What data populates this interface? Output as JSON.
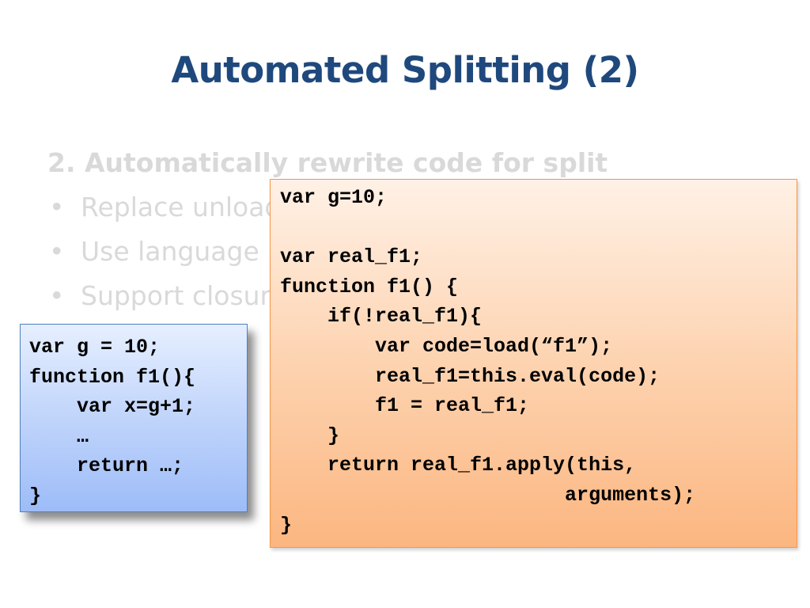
{
  "slide": {
    "title": "Automated Splitting (2)",
    "bullets": {
      "heading": "2. Automatically rewrite code for split",
      "items": [
        {
          "bullet": "•",
          "text": "Replace unload"
        },
        {
          "bullet": "•",
          "text": "Use language"
        },
        {
          "bullet": "•",
          "text": "Support closur"
        }
      ]
    },
    "code_before": {
      "lines": [
        "var g = 10;",
        "function f1(){",
        "    var x=g+1;",
        "    …",
        "    return …;",
        "}"
      ]
    },
    "code_after": {
      "lines": [
        "var g=10;",
        "",
        "var real_f1;",
        "function f1() {",
        "    if(!real_f1){",
        "        var code=load(“f1”);",
        "        real_f1=this.eval(code);",
        "        f1 = real_f1;",
        "    }",
        "    return real_f1.apply(this,",
        "                        arguments);",
        "}"
      ]
    },
    "colors": {
      "title": "#1f497d",
      "bullet_text": "#d9d9d9",
      "blue_box_border": "#4f81bd",
      "orange_box_border": "#f79646"
    }
  }
}
